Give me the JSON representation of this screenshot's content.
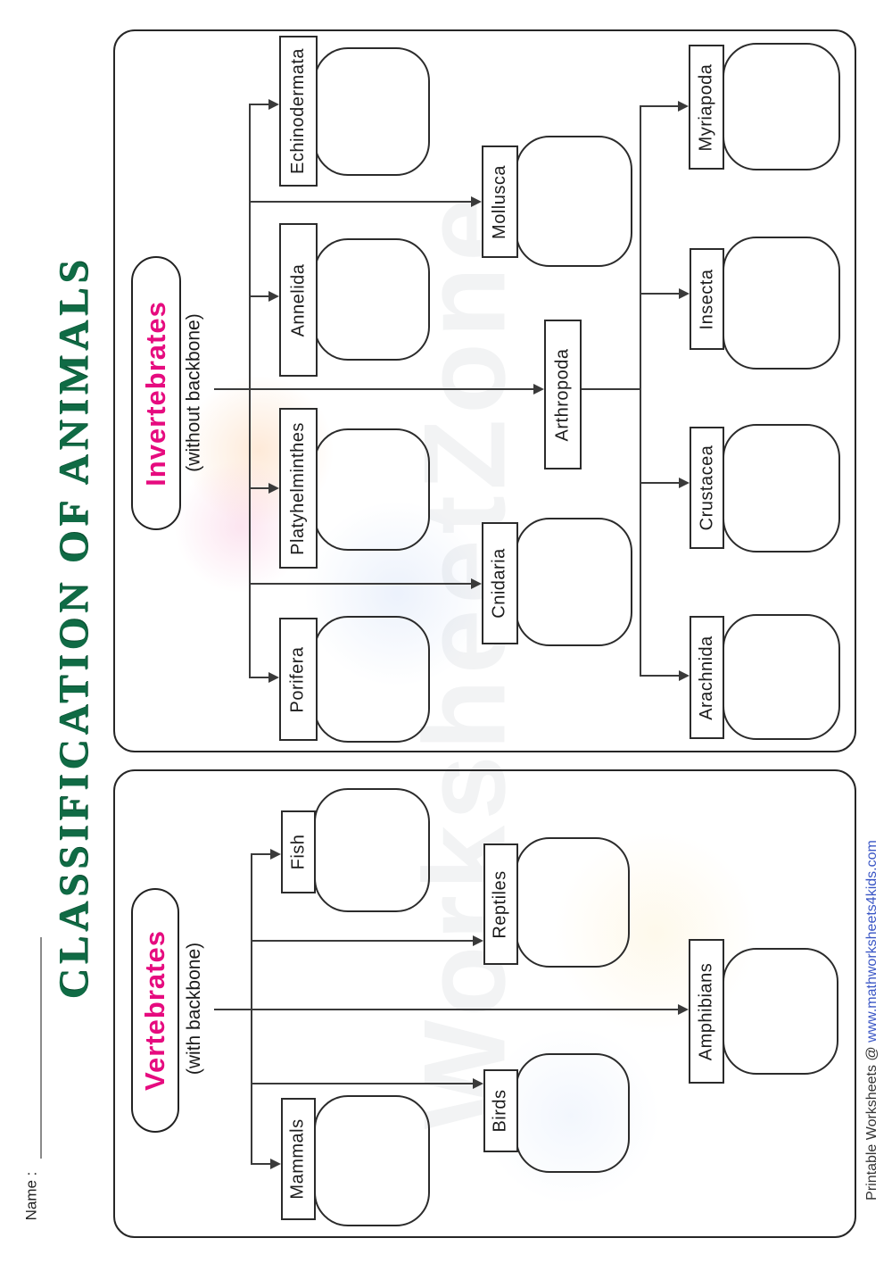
{
  "page": {
    "title": "CLASSIFICATION OF ANIMALS",
    "name_label": "Name :",
    "attribution": {
      "prefix": "Printable Worksheets @ ",
      "link": "www.mathworksheets4kids.com"
    },
    "watermark": "WorksheetZone"
  },
  "colors": {
    "title_green": "#106b45",
    "heading_pink": "#e60b7f",
    "link_blue": "#3a56c5",
    "line": "#3a3a3a"
  },
  "invertebrates": {
    "heading": "Invertebrates",
    "subtitle": "(without backbone)",
    "groups": [
      "Echinodermata",
      "Annelida",
      "Platyhelminthes",
      "Porifera",
      "Mollusca",
      "Cnidaria",
      "Arthropoda",
      "Myriapoda",
      "Insecta",
      "Crustacea",
      "Arachnida"
    ]
  },
  "vertebrates": {
    "heading": "Vertebrates",
    "subtitle": "(with backbone)",
    "groups": [
      "Fish",
      "Reptiles",
      "Birds",
      "Mammals",
      "Amphibians"
    ]
  }
}
